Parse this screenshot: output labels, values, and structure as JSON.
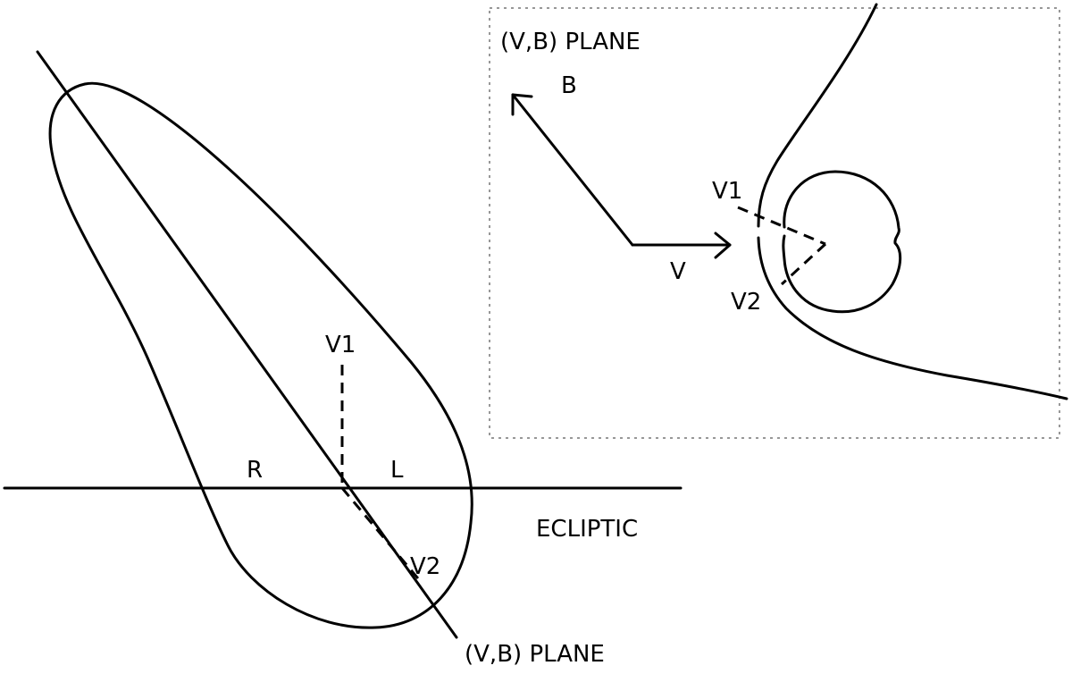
{
  "labels": {
    "vb_plane_bottom": "(V,B) PLANE",
    "vb_plane_inset": "(V,B) PLANE",
    "ecliptic": "ECLIPTIC",
    "v1_main": "V1",
    "v2_main": "V2",
    "r": "R",
    "l": "L",
    "b_vector": "B",
    "v_vector": "V",
    "v1_inset": "V1",
    "v2_inset": "V2"
  },
  "colors": {
    "ink": "#000000",
    "background": "#ffffff",
    "frame": "#777777"
  }
}
